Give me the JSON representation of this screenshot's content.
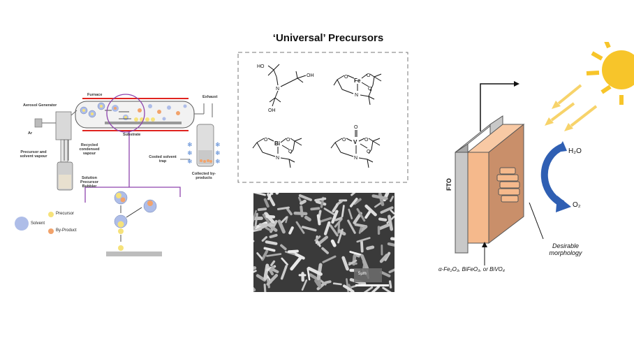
{
  "title": "‘Universal’ Precursors",
  "aacvd": {
    "labels": {
      "furnace": "Furnace",
      "exhaust": "Exhaust",
      "aerosol_generator": "Aerosol Generator",
      "ar": "Ar",
      "precursor_solvent_vapour": "Precursor and solvent vapour",
      "recycled_condensed_vapour": "Recycled condensed vapour",
      "substrate": "Substrate",
      "solution_precursor_bubbler": "Solution Precursor Bubbler",
      "cooled_solvent_trap": "Cooled solvent trap",
      "collected_byproducts": "Collected by-products"
    },
    "legend": {
      "precursor": "Precursor",
      "solvent": "Solvent",
      "byproduct": "By-Product"
    }
  },
  "molecules": {
    "ligand": {
      "ho_top": "HO",
      "oh_right": "OH",
      "n": "N",
      "oh_bottom": "OH"
    },
    "fe_complex": {
      "metal": "Fe",
      "n": "N",
      "o1": "O",
      "o2": "O",
      "o3": "O"
    },
    "bi_complex": {
      "metal": "Bi",
      "n": "N",
      "o1": "O",
      "o2": "O",
      "o3": "O"
    },
    "v_complex": {
      "metal": "V",
      "n": "N",
      "o1": "O",
      "o2": "O",
      "o3": "O",
      "oxo": "O"
    }
  },
  "sem": {
    "scale": "5µm"
  },
  "device": {
    "fto": "FTO",
    "h2o": "H₂O",
    "o2": "O₂",
    "morphology": "Desirable morphology",
    "materials": "α-Fe₂O₃, BiFeO₃, or BiVO₄"
  },
  "colors": {
    "purple": "#8e44ad",
    "red": "#e0241f",
    "precursor_yellow": "#f6e27a",
    "solvent_blue": "#aebde8",
    "byproduct_orange": "#f2a36b",
    "fto_gray": "#c8c8c8",
    "layer_peach": "#f5b98c",
    "layer_brown": "#c98f6a",
    "arrow_blue": "#2f5fb3",
    "sun_yellow": "#f7c52a"
  }
}
